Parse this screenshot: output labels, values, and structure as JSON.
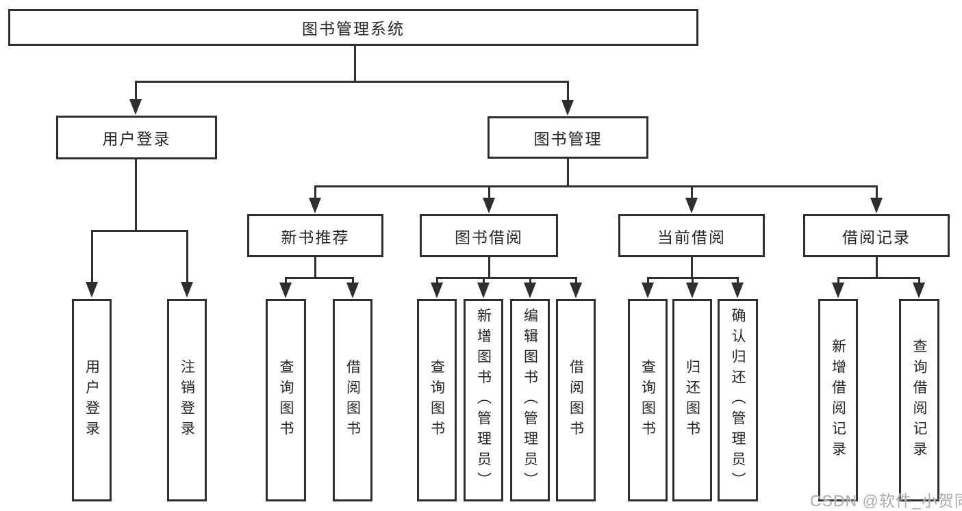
{
  "colors": {
    "line": "#2e2e2e",
    "box_border": "#2e2e2e",
    "text": "#262626",
    "background": "#ffffff",
    "watermark": "#ababab"
  },
  "watermark": {
    "text": "CSDN @软件_小贺同学"
  },
  "tree": {
    "label": "图书管理系统",
    "children": [
      {
        "label": "用户登录",
        "children": [
          {
            "label": "用户登录"
          },
          {
            "label": "注销登录"
          }
        ]
      },
      {
        "label": "图书管理",
        "children": [
          {
            "label": "新书推荐",
            "children": [
              {
                "label": "查询图书"
              },
              {
                "label": "借阅图书"
              }
            ]
          },
          {
            "label": "图书借阅",
            "children": [
              {
                "label": "查询图书"
              },
              {
                "label": "新增图书（管理员）"
              },
              {
                "label": "编辑图书（管理员）"
              },
              {
                "label": "借阅图书"
              }
            ]
          },
          {
            "label": "当前借阅",
            "children": [
              {
                "label": "查询图书"
              },
              {
                "label": "归还图书"
              },
              {
                "label": "确认归还（管理员）"
              }
            ]
          },
          {
            "label": "借阅记录",
            "children": [
              {
                "label": "新增借阅记录"
              },
              {
                "label": "查询借阅记录"
              }
            ]
          }
        ]
      }
    ]
  }
}
